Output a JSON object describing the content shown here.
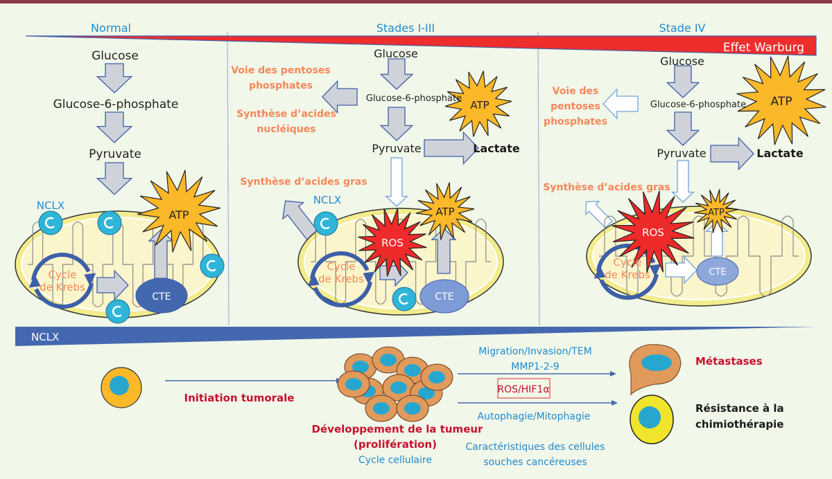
{
  "colors": {
    "background": "#f1f7e9",
    "top_border": "#8b3a4a",
    "warburg_red": "#ee2d2d",
    "nclx_blue": "#4468b0",
    "atp_yellow": "#fbb829",
    "ros_red": "#ee2a2a",
    "orange_text": "#f5875a",
    "blue_text": "#1f8ad0",
    "dark_red_text": "#c8102e"
  },
  "gradients": {
    "warburg_label": "Effet Warburg",
    "nclx_label": "NCLX"
  },
  "columns": {
    "normal": {
      "title": "Normal",
      "glucose": "Glucose",
      "g6p": "Glucose-6-phosphate",
      "pyruvate": "Pyruvate",
      "nclx": "NCLX",
      "atp": "ATP",
      "krebs_1": "Cycle",
      "krebs_2": "de Krebs",
      "cte": "CTE"
    },
    "stages_1_3": {
      "title": "Stades I-III",
      "glucose": "Glucose",
      "g6p": "Glucose-6-phosphate",
      "pyruvate": "Pyruvate",
      "lactate": "Lactate",
      "ppp_1": "Voie des pentoses",
      "ppp_2": "phosphates",
      "nucleic_1": "Synthèse d’acides",
      "nucleic_2": "nucléiques",
      "fatty": "Synthèse d’acides gras",
      "nclx": "NCLX",
      "atp_top": "ATP",
      "atp_mito": "ATP",
      "ros": "ROS",
      "krebs_1": "Cycle",
      "krebs_2": "de Krebs",
      "cte": "CTE"
    },
    "stage_4": {
      "title": "Stade IV",
      "glucose": "Glucose",
      "g6p": "Glucose-6-phosphate",
      "pyruvate": "Pyruvate",
      "lactate": "Lactate",
      "ppp_1": "Voie des",
      "ppp_2": "pentoses",
      "ppp_3": "phosphates",
      "fatty": "Synthèse d’acides gras",
      "atp_top": "ATP",
      "atp_mito": "ATP",
      "ros": "ROS",
      "krebs_1": "Cycle",
      "krebs_2": "de Krebs",
      "cte": "CTE"
    }
  },
  "bottom": {
    "initiation": "Initiation tumorale",
    "development_1": "Développement de la tumeur",
    "development_2": "(prolifération)",
    "cell_cycle": "Cycle cellulaire",
    "migration": "Migration/Invasion/TEM",
    "mmp": "MMP1-2-9",
    "ros_hif": "ROS/HIF1α",
    "autophagy": "Autophagie/Mitophagie",
    "stem_1": "Caractéristiques des cellules",
    "stem_2": "souches cancéreuses",
    "metastases": "Métastases",
    "resistance_1": "Résistance à la",
    "resistance_2": "chimiothérapie"
  }
}
